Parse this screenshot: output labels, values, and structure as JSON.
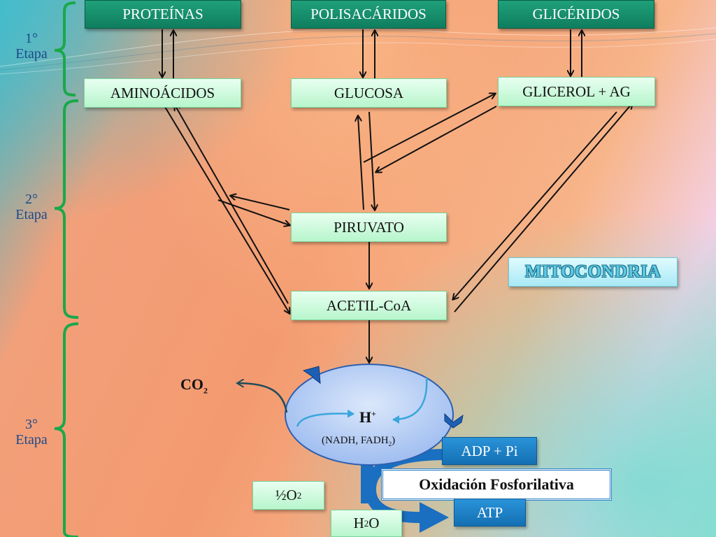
{
  "stages": [
    {
      "label": "1°",
      "word": "Etapa"
    },
    {
      "label": "2°",
      "word": "Etapa"
    },
    {
      "label": "3°",
      "word": "Etapa"
    }
  ],
  "row1": {
    "proteinas": "PROTEÍNAS",
    "polisacaridos": "POLISACÁRIDOS",
    "gliceridos": "GLICÉRIDOS"
  },
  "row2": {
    "aminoacidos": "AMINOÁCIDOS",
    "glucosa": "GLUCOSA",
    "glicerol": "GLICEROL + AG"
  },
  "piruvato": "PIRUVATO",
  "acetil": "ACETIL-CoA",
  "mitocondria": "MITOCONDRIA",
  "co2": {
    "main": "CO",
    "sub": "2"
  },
  "hplus": {
    "main": "H",
    "sup": "+"
  },
  "nadh": {
    "pre": "(NADH, FADH",
    "sub": "2",
    "post": ")"
  },
  "adp": "ADP + Pi",
  "oxidacion": "Oxidación Fosforilativa",
  "atp": "ATP",
  "o2": {
    "main": "½O",
    "sub": "2"
  },
  "h2o": {
    "pre": "H",
    "sub": "2",
    "post": "O"
  },
  "colors": {
    "bracket": "#19a84a",
    "arrow": "#111111",
    "cycle": "#3aa6dd",
    "flow": "#1a6fc0"
  }
}
